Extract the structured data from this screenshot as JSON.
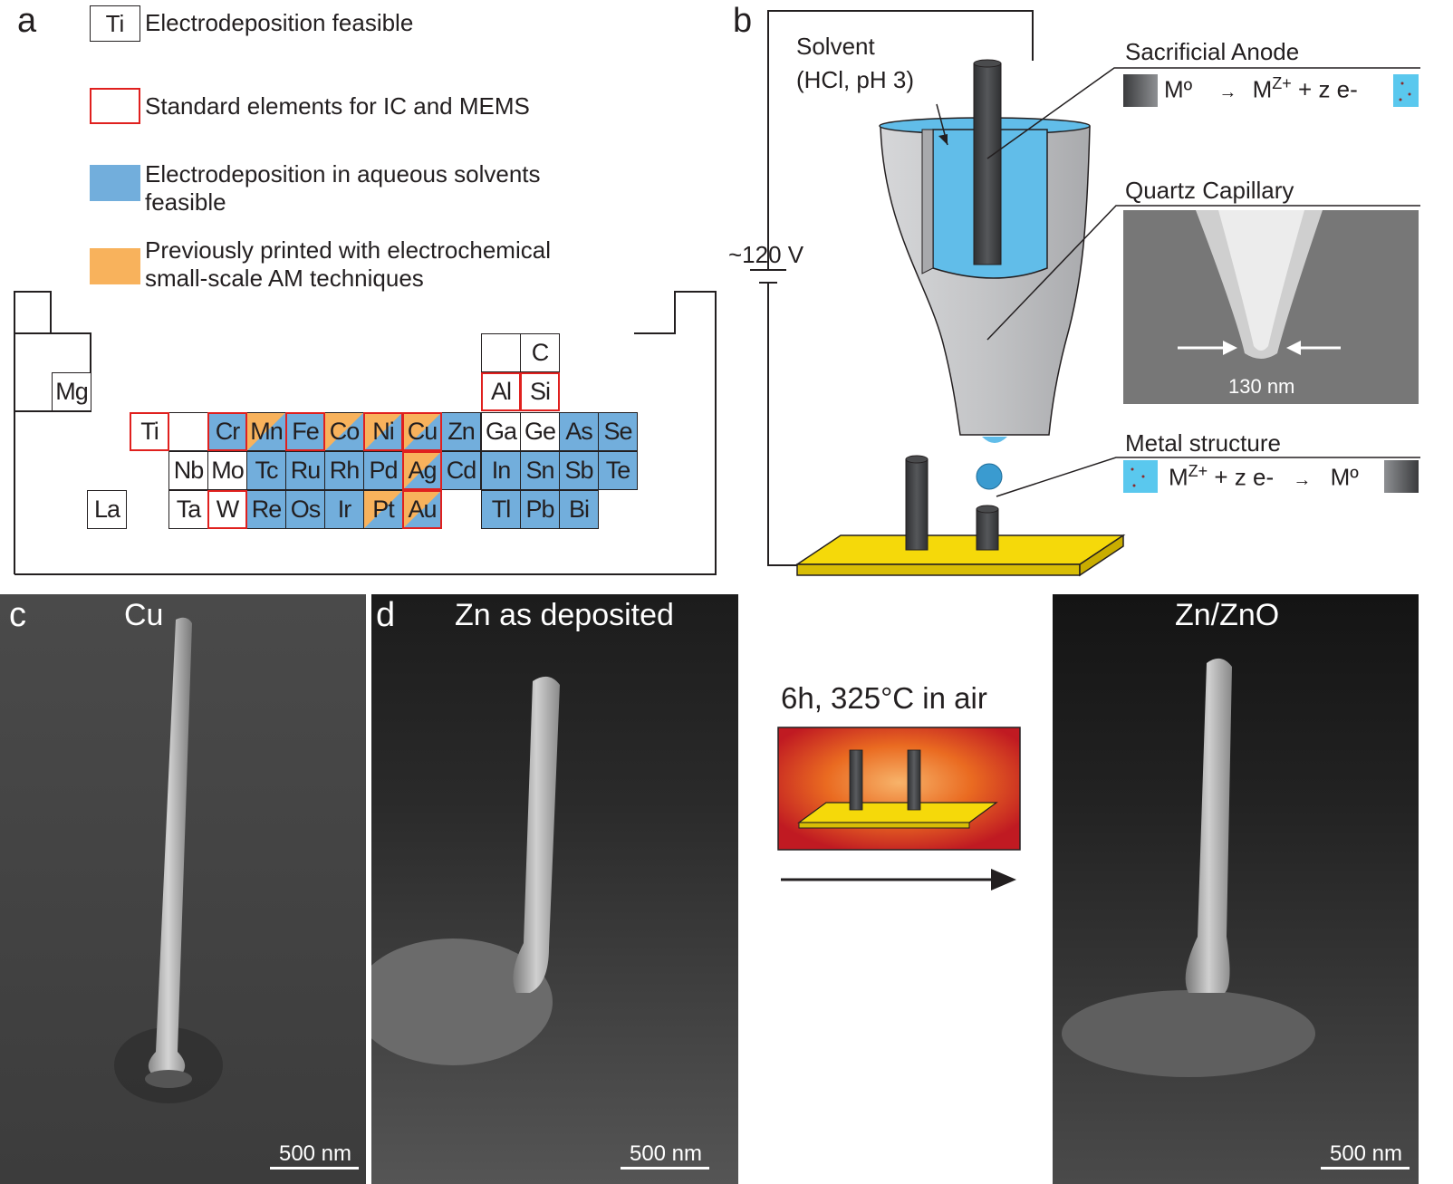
{
  "panels": {
    "a": "a",
    "b": "b",
    "c": "c",
    "d": "d"
  },
  "legend": {
    "swatch_text": "Ti",
    "items": [
      "Electrodeposition feasible",
      "Standard elements for IC and MEMS",
      "Electrodeposition in aqueous solvents feasible",
      "Previously printed with electrochemical small-scale AM techniques"
    ]
  },
  "periodic_table": {
    "cells": [
      {
        "symbol": "C",
        "fill": "white",
        "red_outline": false
      },
      {
        "symbol": "Mg",
        "fill": "white",
        "red_outline": false
      },
      {
        "symbol": "Al",
        "fill": "white",
        "red_outline": true
      },
      {
        "symbol": "Si",
        "fill": "white",
        "red_outline": true
      },
      {
        "symbol": "Ti",
        "fill": "white",
        "red_outline": true
      },
      {
        "symbol": "Cr",
        "fill": "blue",
        "red_outline": true
      },
      {
        "symbol": "Mn",
        "fill": "blue-orange",
        "red_outline": false
      },
      {
        "symbol": "Fe",
        "fill": "blue",
        "red_outline": true
      },
      {
        "symbol": "Co",
        "fill": "blue-orange",
        "red_outline": false
      },
      {
        "symbol": "Ni",
        "fill": "blue-orange",
        "red_outline": true
      },
      {
        "symbol": "Cu",
        "fill": "blue-orange",
        "red_outline": true
      },
      {
        "symbol": "Zn",
        "fill": "blue",
        "red_outline": false
      },
      {
        "symbol": "Ga",
        "fill": "white",
        "red_outline": false
      },
      {
        "symbol": "Ge",
        "fill": "white",
        "red_outline": false
      },
      {
        "symbol": "As",
        "fill": "blue",
        "red_outline": false
      },
      {
        "symbol": "Se",
        "fill": "blue",
        "red_outline": false
      },
      {
        "symbol": "Nb",
        "fill": "white",
        "red_outline": false
      },
      {
        "symbol": "Mo",
        "fill": "white",
        "red_outline": false
      },
      {
        "symbol": "Tc",
        "fill": "blue",
        "red_outline": false
      },
      {
        "symbol": "Ru",
        "fill": "blue",
        "red_outline": false
      },
      {
        "symbol": "Rh",
        "fill": "blue",
        "red_outline": false
      },
      {
        "symbol": "Pd",
        "fill": "blue",
        "red_outline": false
      },
      {
        "symbol": "Ag",
        "fill": "blue-orange",
        "red_outline": true
      },
      {
        "symbol": "Cd",
        "fill": "blue",
        "red_outline": false
      },
      {
        "symbol": "In",
        "fill": "blue",
        "red_outline": false
      },
      {
        "symbol": "Sn",
        "fill": "blue",
        "red_outline": false
      },
      {
        "symbol": "Sb",
        "fill": "blue",
        "red_outline": false
      },
      {
        "symbol": "Te",
        "fill": "blue",
        "red_outline": false
      },
      {
        "symbol": "La",
        "fill": "white",
        "red_outline": false
      },
      {
        "symbol": "Ta",
        "fill": "white",
        "red_outline": false
      },
      {
        "symbol": "W",
        "fill": "white",
        "red_outline": true
      },
      {
        "symbol": "Re",
        "fill": "blue",
        "red_outline": false
      },
      {
        "symbol": "Os",
        "fill": "blue",
        "red_outline": false
      },
      {
        "symbol": "Ir",
        "fill": "blue",
        "red_outline": false
      },
      {
        "symbol": "Pt",
        "fill": "blue-orange",
        "red_outline": false
      },
      {
        "symbol": "Au",
        "fill": "blue-orange",
        "red_outline": true
      },
      {
        "symbol": "Tl",
        "fill": "blue",
        "red_outline": false
      },
      {
        "symbol": "Pb",
        "fill": "blue",
        "red_outline": false
      },
      {
        "symbol": "Bi",
        "fill": "blue",
        "red_outline": false
      }
    ]
  },
  "setup": {
    "solvent_line1": "Solvent",
    "solvent_line2": "(HCl, pH 3)",
    "voltage": "~120 V",
    "sacrificial_anode": "Sacrificial Anode",
    "anode_reaction": {
      "left": "Mº",
      "arrow": "→",
      "right": "M",
      "sup": "Z+",
      "tail": "+ z e-"
    },
    "quartz_capillary": "Quartz Capillary",
    "tip_width": "130 nm",
    "metal_structure": "Metal structure",
    "cathode_reaction": {
      "left": "M",
      "sup": "Z+",
      "mid": "+ z e-",
      "arrow": "→",
      "right": "Mº"
    }
  },
  "sem": {
    "c_title": "Cu",
    "d_title": "Zn as deposited",
    "e_title": "Zn/ZnO",
    "scale": "500 nm",
    "anneal_text": "6h, 325°C in air"
  },
  "colors": {
    "blue": "#72aedc",
    "orange": "#f8b25c",
    "red_outline": "#e0201e",
    "gold": "#f5d90a",
    "dark_metal": "#3d3e40",
    "solvent": "#61bde9",
    "quartz": "#c9cacc",
    "furnace": "#c01a22"
  }
}
